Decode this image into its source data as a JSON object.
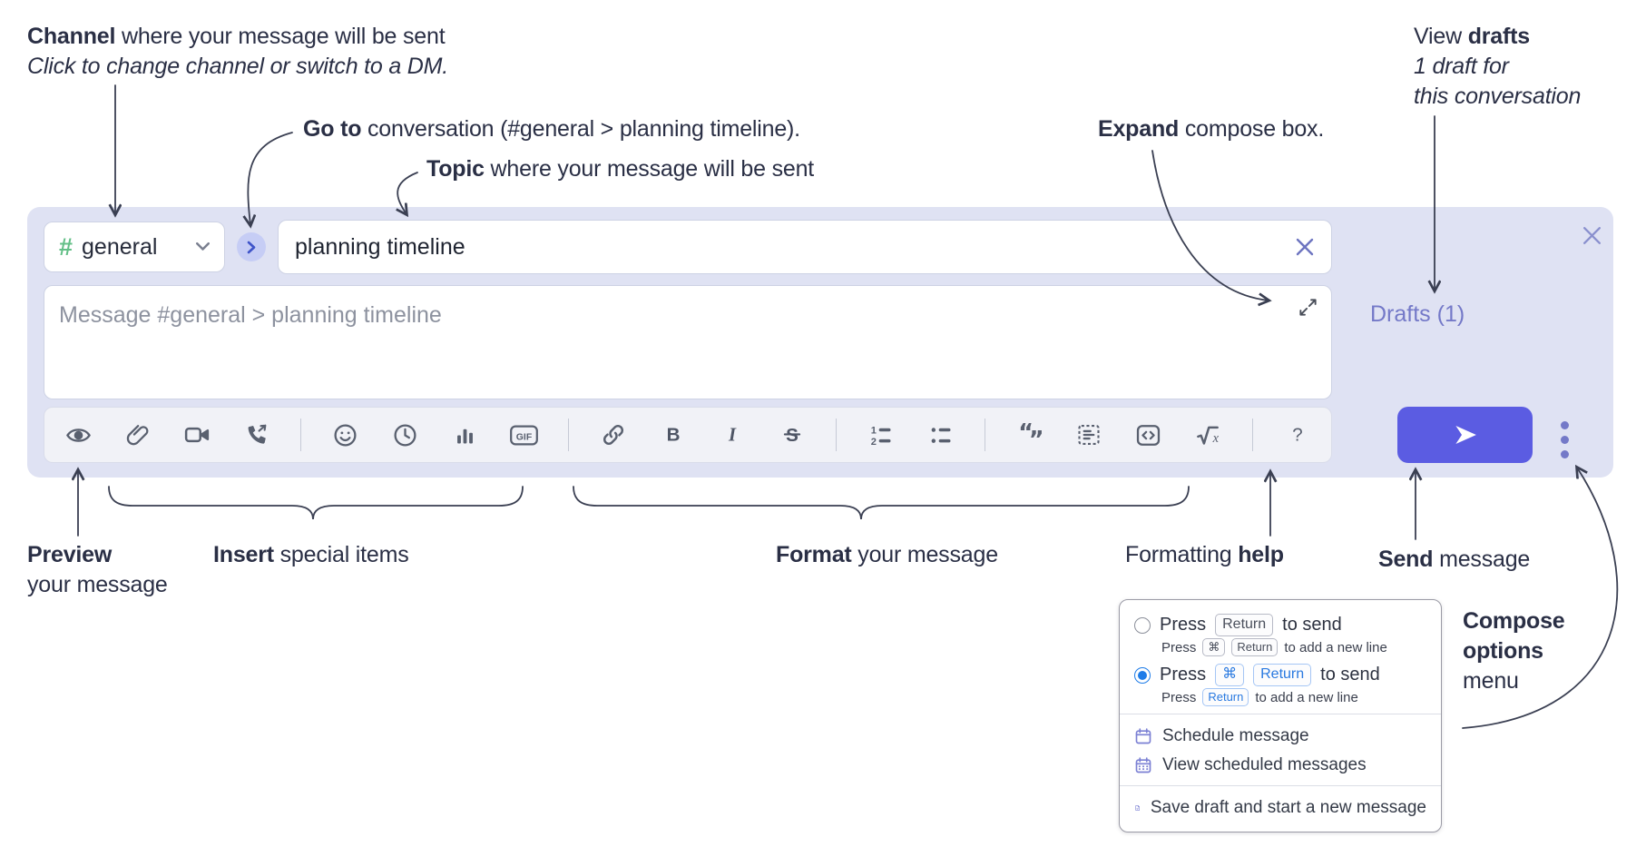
{
  "annotations": {
    "channel": {
      "bold": "Channel",
      "rest": " where your message will be sent",
      "sub": "Click to change channel or switch to a DM."
    },
    "goto": {
      "bold": "Go to",
      "rest": " conversation (#general > planning timeline)."
    },
    "topic": {
      "bold": "Topic",
      "rest": " where your message will be sent"
    },
    "expand": {
      "bold": "Expand",
      "rest": " compose box."
    },
    "view_drafts": {
      "line1_regular": "View ",
      "line1_bold": "drafts",
      "line2": "1 draft for",
      "line3": "this conversation"
    },
    "preview": {
      "bold": "Preview",
      "line2": "your message"
    },
    "insert": {
      "bold": "Insert",
      "rest": " special items"
    },
    "format": {
      "bold": "Format",
      "rest": " your message"
    },
    "formatting_help": {
      "regular": "Formatting ",
      "bold": "help"
    },
    "send": {
      "bold": "Send",
      "rest": " message"
    },
    "compose_options": {
      "bold1": "Compose",
      "bold2": "options",
      "regular": "menu"
    }
  },
  "compose": {
    "channel_hash": "#",
    "channel_name": "general",
    "topic_value": "planning timeline",
    "message_placeholder": "Message #general > planning timeline",
    "drafts_label": "Drafts (1)",
    "toolbar_icons": [
      "preview-eye",
      "attach-paperclip",
      "video-call",
      "audio-call",
      "emoji",
      "global-time",
      "poll-chart",
      "gif",
      "link",
      "bold",
      "italic",
      "strikethrough",
      "numbered-list",
      "bulleted-list",
      "quote",
      "spoiler",
      "code",
      "math",
      "help"
    ],
    "glyphs": {
      "gif": "GIF",
      "bold": "B",
      "italic": "I",
      "strike": "S",
      "quote_open": "“",
      "quote_close": "”",
      "ol1": "1",
      "ol2": "2",
      "math_x": "x",
      "help": "?"
    }
  },
  "menu": {
    "opt1": {
      "press": "Press",
      "key": "Return",
      "suffix": "to send",
      "sub_press": "Press",
      "sub_key1": "⌘",
      "sub_key2": "Return",
      "sub_suffix": "to add a new line"
    },
    "opt2": {
      "press": "Press",
      "key1": "⌘",
      "key2": "Return",
      "suffix": "to send",
      "sub_press": "Press",
      "sub_key": "Return",
      "sub_suffix": "to add a new line"
    },
    "items": [
      "Schedule message",
      "View scheduled messages",
      "Save draft and start a new message"
    ]
  },
  "colors": {
    "panel_bg": "#dfe2f3",
    "send_button": "#5b5ce2",
    "accent_purple": "#7479c8",
    "hash_green": "#63bf87",
    "go_circle_bg": "#c6cdf5",
    "go_chevron": "#3f54c9",
    "radio_selected": "#1e7ce8",
    "menu_icon_purple": "#7b80d4",
    "toolbar_icon": "#59606f",
    "annotation_text": "#2a2f45"
  }
}
